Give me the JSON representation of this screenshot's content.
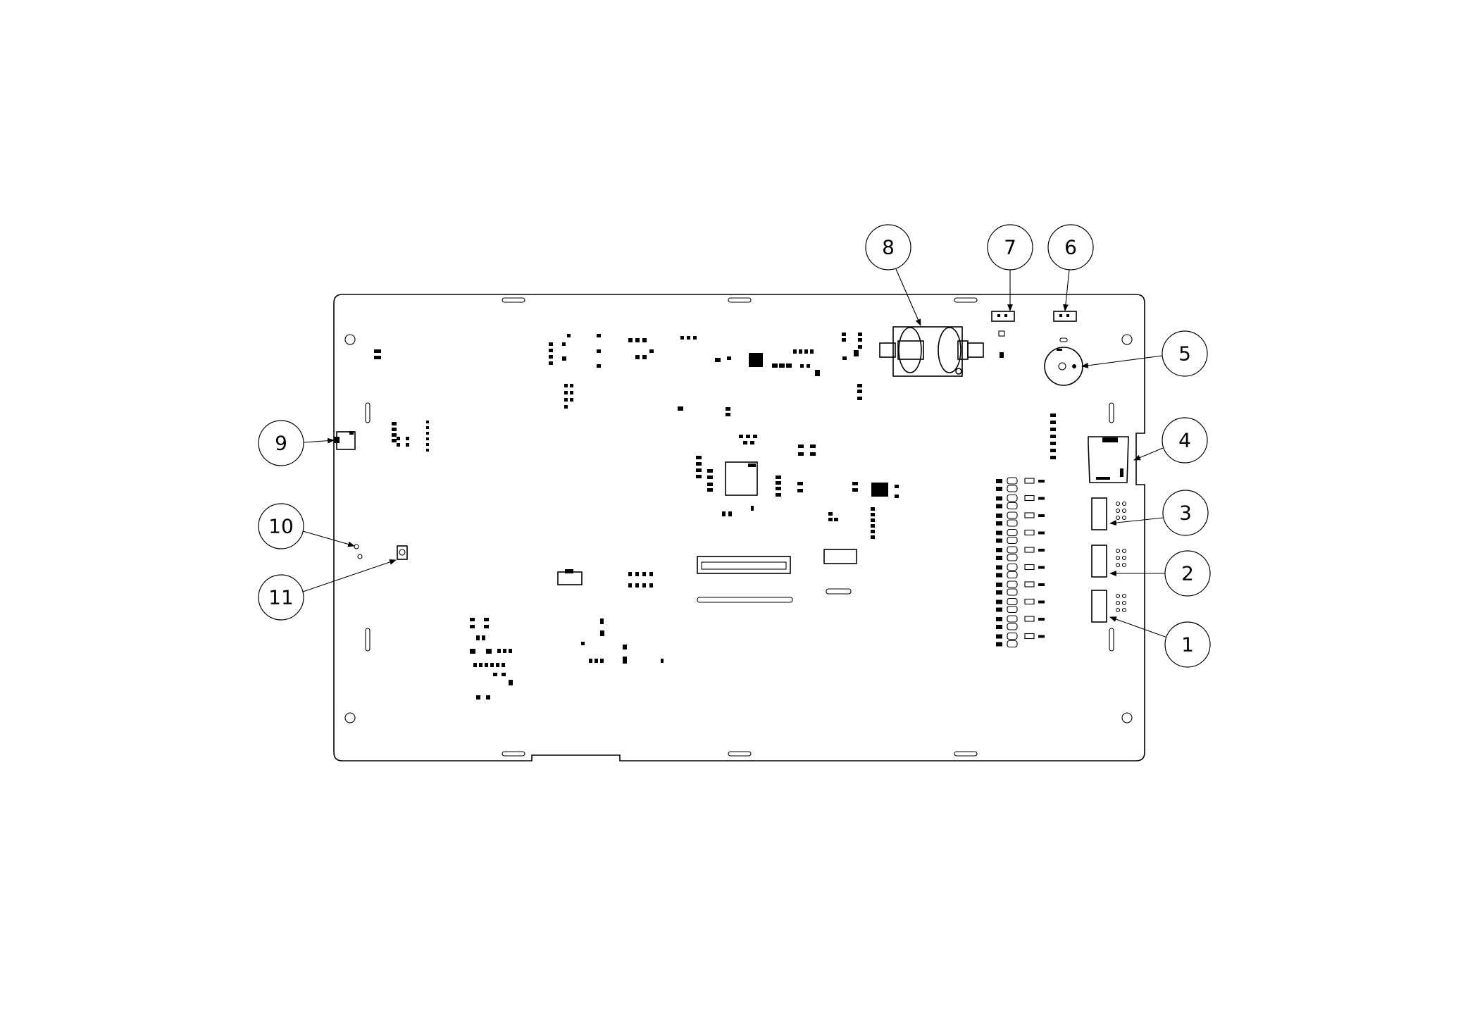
{
  "diagram": {
    "type": "pcb-assembly-drawing",
    "line_color": "#000000",
    "background": "#ffffff",
    "callouts": [
      {
        "id": "1",
        "label": "1"
      },
      {
        "id": "2",
        "label": "2"
      },
      {
        "id": "3",
        "label": "3"
      },
      {
        "id": "4",
        "label": "4"
      },
      {
        "id": "5",
        "label": "5"
      },
      {
        "id": "6",
        "label": "6"
      },
      {
        "id": "7",
        "label": "7"
      },
      {
        "id": "8",
        "label": "8"
      },
      {
        "id": "9",
        "label": "9"
      },
      {
        "id": "10",
        "label": "10"
      },
      {
        "id": "11",
        "label": "11"
      }
    ]
  }
}
